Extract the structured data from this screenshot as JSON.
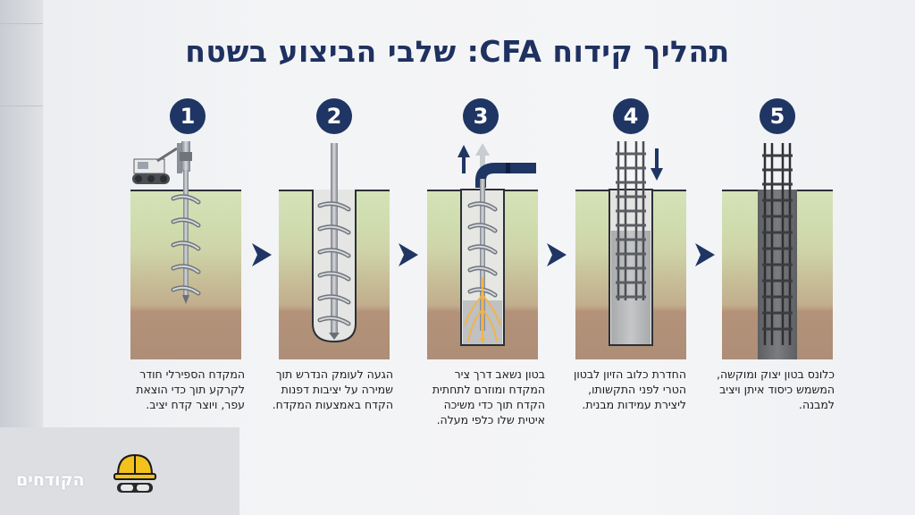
{
  "title": "תהליך קידוח CFA: שלבי הביצוע בשטח",
  "steps": [
    {
      "number": "1",
      "caption": "המקדח הספירלי חודר לקרקע תוך כדי הוצאת עפר, ויוצר קדח יציב."
    },
    {
      "number": "2",
      "caption": "הגעה לעומק הנדרש תוך שמירה על יציבות דפנות הקדח באמצעות המקדח."
    },
    {
      "number": "3",
      "caption": "בטון נשאב דרך ציר המקדח ומוזרם לתחתית הקדח תוך כדי משיכה איטית שלו כלפי מעלה."
    },
    {
      "number": "4",
      "caption": "החדרת כלוב הזיון לבטון הטרי לפני התקשותו, ליצירת עמידות מבנית."
    },
    {
      "number": "5",
      "caption": "כלונס בטון יצוק ומוקשה, המשמש כיסוד איתן ויציב למבנה."
    }
  ],
  "watermark": "הקודחים",
  "colors": {
    "navy": "#1f3563",
    "soil_top": "#cfdcae",
    "soil_mid": "#c8c29a",
    "soil_bottom": "#b3957b",
    "concrete": "#b7b9bb",
    "flow": "#f2b447",
    "helmet": "#f4c21c"
  },
  "icons": [
    "excavator-rig-icon",
    "arrow-up-icon",
    "arrow-down-icon",
    "chevron-right-icon",
    "safety-helmet-icon",
    "goggles-icon"
  ]
}
